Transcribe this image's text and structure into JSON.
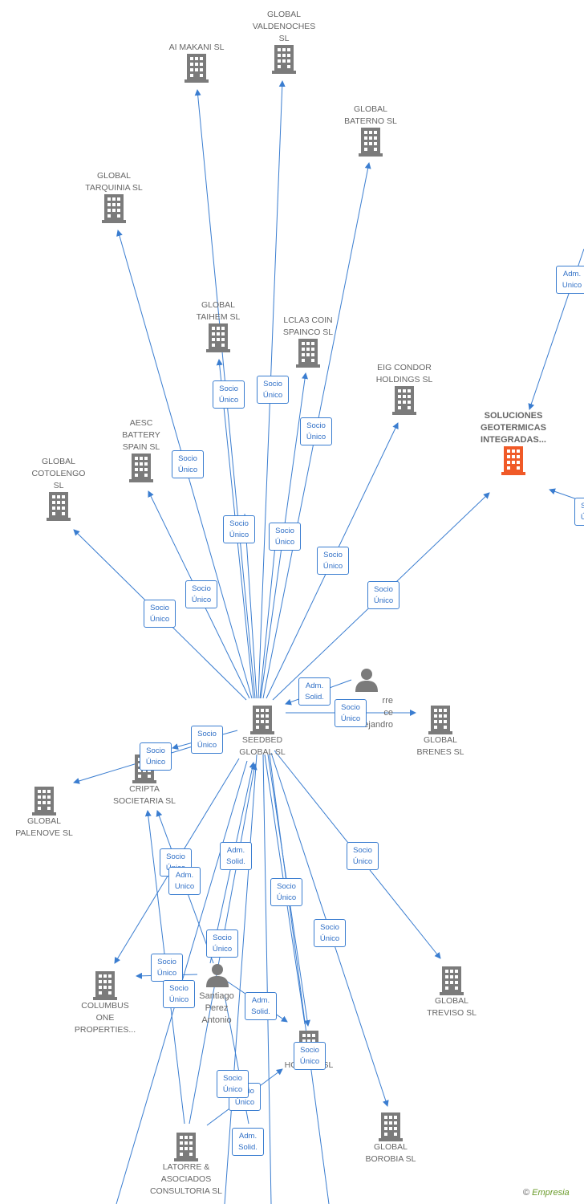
{
  "colors": {
    "edge": "#3a7dd0",
    "building": "#7b7b7b",
    "highlight": "#f05a28",
    "text": "#666666"
  },
  "edge_label_types": {
    "socio_unico": "Socio\nÚnico",
    "adm_solid": "Adm.\nSolid.",
    "adm_unico": "Adm.\nUnico"
  },
  "nodes": [
    {
      "id": "ai_makani",
      "label": "AI MAKANI  SL"
    },
    {
      "id": "global_valdenoches",
      "label": "GLOBAL\nVALDENOCHES\nSL"
    },
    {
      "id": "global_baterno",
      "label": "GLOBAL\nBATERNO  SL"
    },
    {
      "id": "global_tarquinia",
      "label": "GLOBAL\nTARQUINIA  SL"
    },
    {
      "id": "global_taihem",
      "label": "GLOBAL\nTAIHEM SL"
    },
    {
      "id": "lcla3",
      "label": "LCLA3 COIN\nSPAINCO  SL"
    },
    {
      "id": "eig_condor",
      "label": "EIG CONDOR\nHOLDINGS  SL"
    },
    {
      "id": "soluciones",
      "label": "SOLUCIONES\nGEOTERMICAS\nINTEGRADAS...",
      "highlight": true
    },
    {
      "id": "aesc",
      "label": "AESC\nBATTERY\nSPAIN  SL"
    },
    {
      "id": "global_cotolengo",
      "label": "GLOBAL\nCOTOLENGO\nSL"
    },
    {
      "id": "seedbed",
      "label": "SEEDBED\nGLOBAL  SL"
    },
    {
      "id": "global_brenes",
      "label": "GLOBAL\nBRENES  SL"
    },
    {
      "id": "cripta",
      "label": "CRIPTA\nSOCIETARIA  SL"
    },
    {
      "id": "global_palenove",
      "label": "GLOBAL\nPALENOVE  SL"
    },
    {
      "id": "columbus",
      "label": "COLUMBUS\nONE\nPROPERTIES..."
    },
    {
      "id": "global_treviso",
      "label": "GLOBAL\nTREVISO  SL"
    },
    {
      "id": "holdco",
      "label": "HOLDCO  SL"
    },
    {
      "id": "global_borobia",
      "label": "GLOBAL\nBOROBIA  SL"
    },
    {
      "id": "latorre",
      "label": "LATORRE &\nASOCIADOS\nCONSULTORIA SL"
    }
  ],
  "persons": [
    {
      "id": "latorre_alejandro",
      "label": "rre\nce\nAlejandro"
    },
    {
      "id": "santiago",
      "label": "Santiago\nPerez\nAntonio"
    }
  ],
  "brand": {
    "copyright": "©",
    "name": "Empresia"
  }
}
